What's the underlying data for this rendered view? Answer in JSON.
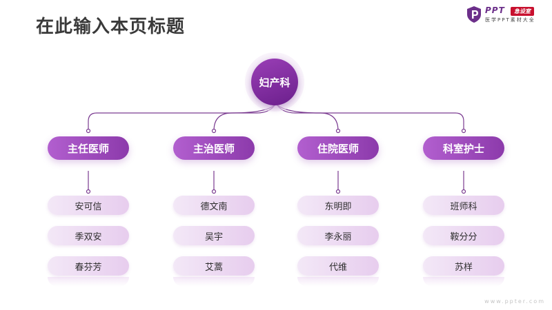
{
  "page_title": "在此输入本页标题",
  "logo": {
    "word": "PPT",
    "badge": "急设室",
    "tagline": "医学PPT素材大全"
  },
  "root": {
    "label": "妇产科"
  },
  "departments": [
    {
      "label": "主任医师",
      "staff": [
        "安可信",
        "季双安",
        "春芬芳"
      ]
    },
    {
      "label": "主治医师",
      "staff": [
        "德文南",
        "吴宇",
        "艾蒿"
      ]
    },
    {
      "label": "住院医师",
      "staff": [
        "东明即",
        "李永丽",
        "代维"
      ]
    },
    {
      "label": "科室护士",
      "staff": [
        "班师科",
        "鞍分分",
        "苏样"
      ]
    }
  ],
  "watermark": "www.ppter.com",
  "colors": {
    "accent": "#8c3aab",
    "root": "#6b1f8c",
    "staff_bg": "#e7cdee",
    "connector": "#7a3a90"
  }
}
